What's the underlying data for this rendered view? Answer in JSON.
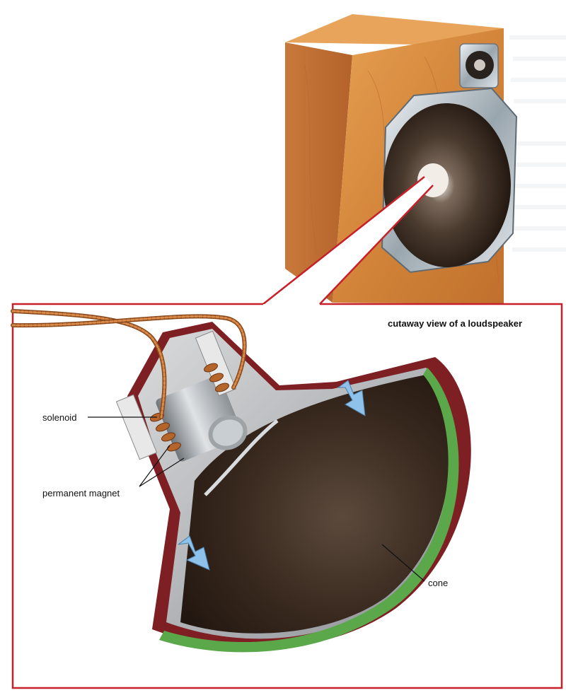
{
  "caption": "cutaway view of a loudspeaker",
  "labels": {
    "solenoid": "solenoid",
    "magnet": "permanent magnet",
    "cone": "cone"
  },
  "colors": {
    "frame_red": "#c8202a",
    "wood": "#d98a3a",
    "cone_dark": "#2b1d14",
    "surround_green": "#5aa84a",
    "coil_copper": "#b5652a",
    "arrow_blue": "#8ec2ea",
    "chrome": "#c9ced3"
  }
}
